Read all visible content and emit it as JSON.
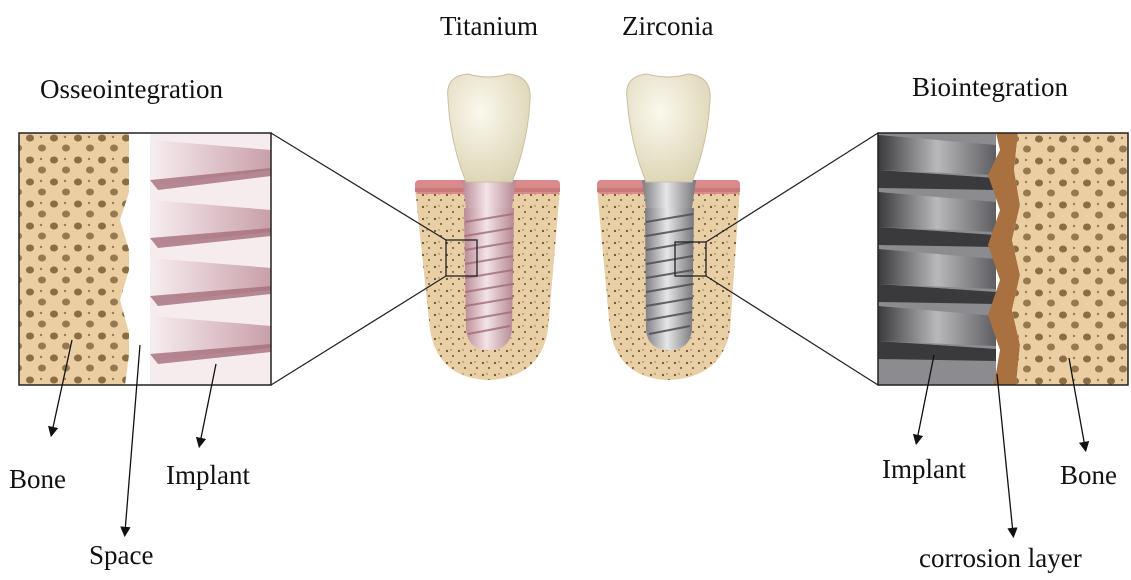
{
  "headings": {
    "left_process": "Osseointegration",
    "right_process": "Biointegration",
    "material_left": "Titanium",
    "material_right": "Zirconia"
  },
  "left_panel_labels": {
    "bone": "Bone",
    "space": "Space",
    "implant": "Implant"
  },
  "right_panel_labels": {
    "implant": "Implant",
    "bone": "Bone",
    "corrosion": "corrosion layer"
  },
  "colors": {
    "bone": "#EBCFA2",
    "bone_pore": "#7A5A35",
    "gum": "#D98A8C",
    "titanium_implant": "#DDB7BF",
    "zirconia_implant": "#A7A7AB",
    "corrosion_layer": "#A8713F",
    "crown": "#F2EEDC"
  }
}
